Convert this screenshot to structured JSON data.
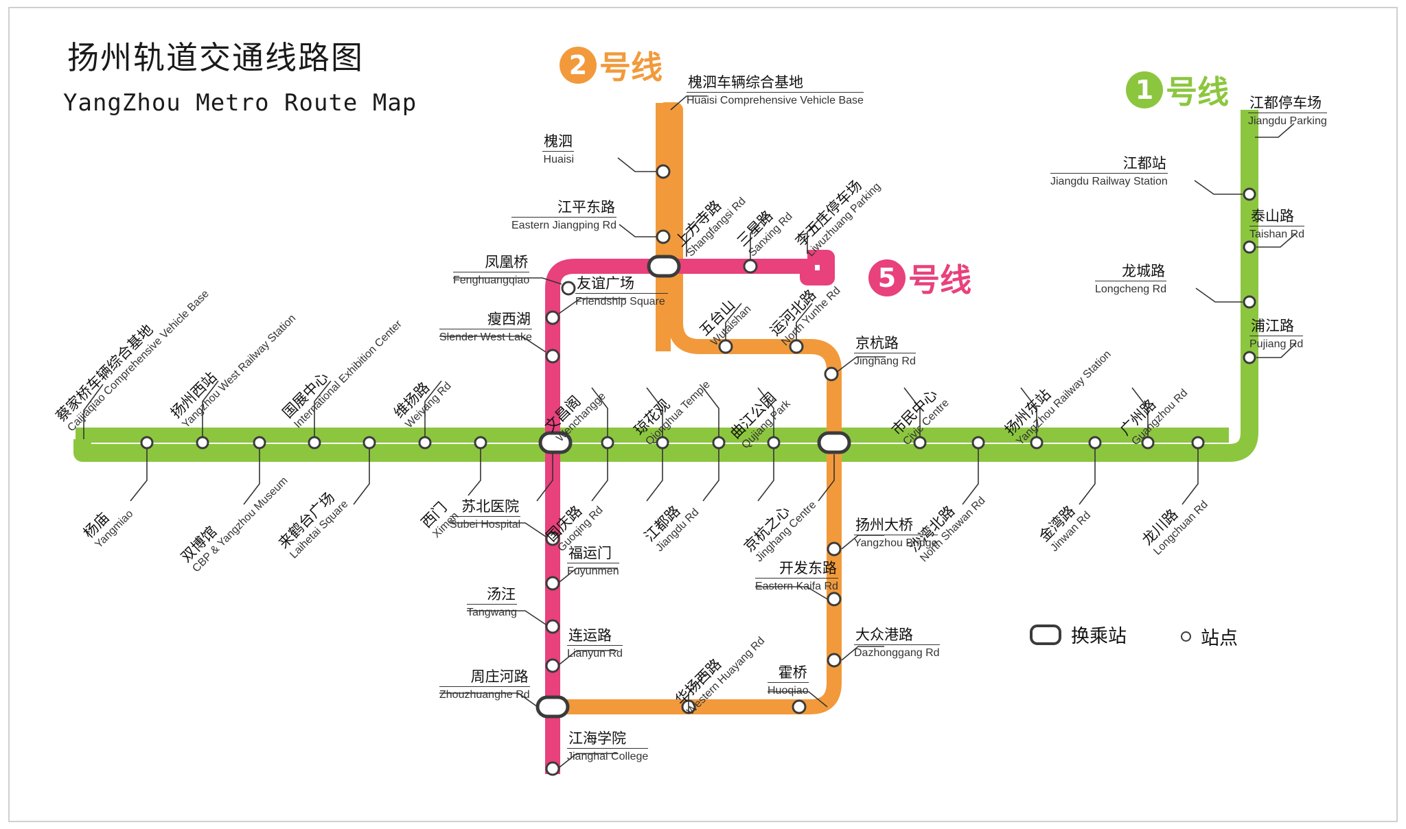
{
  "title": {
    "cn": "扬州轨道交通线路图",
    "en": "YangZhou Metro Route Map"
  },
  "colors": {
    "line1": "#8CC63F",
    "line2": "#F29A3B",
    "line5": "#E8417C",
    "station_stroke": "#3b3b3b",
    "frame": "#cfcfcf",
    "background": "#ffffff"
  },
  "lines": [
    {
      "id": "line2",
      "number": "2",
      "suffix": "号线",
      "color": "#F29A3B"
    },
    {
      "id": "line5",
      "number": "5",
      "suffix": "号线",
      "color": "#E8417C"
    },
    {
      "id": "line1",
      "number": "1",
      "suffix": "号线",
      "color": "#8CC63F"
    }
  ],
  "legend": [
    {
      "icon": "transfer-station-icon",
      "cn": "换乘站"
    },
    {
      "icon": "station-dot-icon",
      "cn": "站点"
    }
  ],
  "stations": {
    "line1": [
      {
        "cn": "蔡家桥车辆综合基地",
        "en": "Caijiaqiao Comprehensive Vehicle Base"
      },
      {
        "cn": "杨庙",
        "en": "Yangmiao"
      },
      {
        "cn": "扬州西站",
        "en": "Yangzhou West Railway Station"
      },
      {
        "cn": "双博馆",
        "en": "CBP & Yangzhou Museum"
      },
      {
        "cn": "国展中心",
        "en": "International Exhibition Center"
      },
      {
        "cn": "来鹤台广场",
        "en": "Laihetai Square"
      },
      {
        "cn": "维扬路",
        "en": "Weiyang Rd"
      },
      {
        "cn": "西门",
        "en": "Ximen"
      },
      {
        "cn": "文昌阁",
        "en": "Wenchangge"
      },
      {
        "cn": "国庆路",
        "en": "Guoqing Rd"
      },
      {
        "cn": "琼花观",
        "en": "Qionghua Temple"
      },
      {
        "cn": "江都路",
        "en": "Jiangdu Rd"
      },
      {
        "cn": "曲江公园",
        "en": "Qujiang Park"
      },
      {
        "cn": "京杭之心",
        "en": "Jinghang Centre"
      },
      {
        "cn": "市民中心",
        "en": "Civic Centre"
      },
      {
        "cn": "沙湾北路",
        "en": "North Shawan Rd"
      },
      {
        "cn": "扬州东站",
        "en": "YangZhou Railway Station"
      },
      {
        "cn": "金湾路",
        "en": "Jinwan Rd"
      },
      {
        "cn": "广州路",
        "en": "Guangzhou Rd"
      },
      {
        "cn": "龙川路",
        "en": "Longchuan Rd"
      },
      {
        "cn": "浦江路",
        "en": "Pujiang Rd"
      },
      {
        "cn": "龙城路",
        "en": "Longcheng Rd"
      },
      {
        "cn": "泰山路",
        "en": "Taishan Rd"
      },
      {
        "cn": "江都站",
        "en": "Jiangdu Railway Station"
      },
      {
        "cn": "江都停车场",
        "en": "Jiangdu Parking"
      }
    ],
    "line2": [
      {
        "cn": "槐泗车辆综合基地",
        "en": "Huaisi Comprehensive Vehicle Base"
      },
      {
        "cn": "槐泗",
        "en": "Huaisi"
      },
      {
        "cn": "江平东路",
        "en": "Eastern Jiangping Rd"
      },
      {
        "cn": "上方寺路",
        "en": "Shangfangsi Rd"
      },
      {
        "cn": "五台山",
        "en": "Wutaishan"
      },
      {
        "cn": "琼花观",
        "en": "Qionghua Temple"
      },
      {
        "cn": "运河北路",
        "en": "North Yunhe Rd"
      },
      {
        "cn": "京杭路",
        "en": "Jinghang Rd"
      },
      {
        "cn": "京杭之心",
        "en": "Jinghang Centre"
      },
      {
        "cn": "扬州大桥",
        "en": "Yangzhou Bridge"
      },
      {
        "cn": "开发东路",
        "en": "Eastern Kaifa Rd"
      },
      {
        "cn": "大众港路",
        "en": "Dazhonggang Rd"
      },
      {
        "cn": "霍桥",
        "en": "Huoqiao"
      },
      {
        "cn": "华扬西路",
        "en": "Western Huayang Rd"
      },
      {
        "cn": "周庄河路",
        "en": "Zhouzhuanghe Rd"
      }
    ],
    "line5": [
      {
        "cn": "凤凰桥",
        "en": "Fenghuangqiao"
      },
      {
        "cn": "友谊广场",
        "en": "Friendship Square"
      },
      {
        "cn": "瘦西湖",
        "en": "Slender West Lake"
      },
      {
        "cn": "上方寺路",
        "en": "Shangfangsi Rd"
      },
      {
        "cn": "三星路",
        "en": "Sanxing Rd"
      },
      {
        "cn": "李五庄停车场",
        "en": "Liwuzhuang Parking"
      },
      {
        "cn": "文昌阁",
        "en": "Wenchangge"
      },
      {
        "cn": "苏北医院",
        "en": "Subei Hospital"
      },
      {
        "cn": "福运门",
        "en": "Fuyunmen"
      },
      {
        "cn": "汤汪",
        "en": "Tangwang"
      },
      {
        "cn": "连运路",
        "en": "Lianyun Rd"
      },
      {
        "cn": "周庄河路",
        "en": "Zhouzhuanghe Rd"
      },
      {
        "cn": "江海学院",
        "en": "Jianghai College"
      }
    ]
  },
  "labels": {
    "caijiaqiao": {
      "cn": "蔡家桥车辆综合基地",
      "en": "Caijiaqiao Comprehensive Vehicle Base"
    },
    "yangmiao": {
      "cn": "杨庙",
      "en": "Yangmiao"
    },
    "yangzhouwest": {
      "cn": "扬州西站",
      "en": "Yangzhou West Railway Station"
    },
    "cbpmuseum": {
      "cn": "双博馆",
      "en": "CBP & Yangzhou Museum"
    },
    "intlexpo": {
      "cn": "国展中心",
      "en": "International Exhibition Center"
    },
    "laihetai": {
      "cn": "来鹤台广场",
      "en": "Laihetai Square"
    },
    "weiyang": {
      "cn": "维扬路",
      "en": "Weiyang Rd"
    },
    "ximen": {
      "cn": "西门",
      "en": "Ximen"
    },
    "wenchangge": {
      "cn": "文昌阁",
      "en": "Wenchangge"
    },
    "guoqing": {
      "cn": "国庆路",
      "en": "Guoqing Rd"
    },
    "qionghua": {
      "cn": "琼花观",
      "en": "Qionghua Temple"
    },
    "jiangdurd": {
      "cn": "江都路",
      "en": "Jiangdu Rd"
    },
    "qujiang": {
      "cn": "曲江公园",
      "en": "Qujiang Park"
    },
    "jinghangcentre": {
      "cn": "京杭之心",
      "en": "Jinghang Centre"
    },
    "civic": {
      "cn": "市民中心",
      "en": "Civic Centre"
    },
    "shawan": {
      "cn": "沙湾北路",
      "en": "North Shawan Rd"
    },
    "yangzhoueast": {
      "cn": "扬州东站",
      "en": "YangZhou Railway Station"
    },
    "jinwan": {
      "cn": "金湾路",
      "en": "Jinwan Rd"
    },
    "guangzhou": {
      "cn": "广州路",
      "en": "Guangzhou Rd"
    },
    "longchuan": {
      "cn": "龙川路",
      "en": "Longchuan Rd"
    },
    "pujiang": {
      "cn": "浦江路",
      "en": "Pujiang Rd"
    },
    "longcheng": {
      "cn": "龙城路",
      "en": "Longcheng Rd"
    },
    "taishan": {
      "cn": "泰山路",
      "en": "Taishan Rd"
    },
    "jiangdustation": {
      "cn": "江都站",
      "en": "Jiangdu Railway Station"
    },
    "jiangduparking": {
      "cn": "江都停车场",
      "en": "Jiangdu Parking"
    },
    "huaisibase": {
      "cn": "槐泗车辆综合基地",
      "en": "Huaisi Comprehensive Vehicle Base"
    },
    "huaisi": {
      "cn": "槐泗",
      "en": "Huaisi"
    },
    "jiangpingeast": {
      "cn": "江平东路",
      "en": "Eastern Jiangping Rd"
    },
    "shangfangsi": {
      "cn": "上方寺路",
      "en": "Shangfangsi Rd"
    },
    "sanxing": {
      "cn": "三星路",
      "en": "Sanxing Rd"
    },
    "liwuzhuang": {
      "cn": "李五庄停车场",
      "en": "Liwuzhuang Parking"
    },
    "wutaishan": {
      "cn": "五台山",
      "en": "Wutaishan"
    },
    "yunhebei": {
      "cn": "运河北路",
      "en": "North Yunhe Rd"
    },
    "jinghangrd": {
      "cn": "京杭路",
      "en": "Jinghang Rd"
    },
    "yangzhoubridge": {
      "cn": "扬州大桥",
      "en": "Yangzhou Bridge"
    },
    "kaifaeast": {
      "cn": "开发东路",
      "en": "Eastern Kaifa Rd"
    },
    "dazhonggang": {
      "cn": "大众港路",
      "en": "Dazhonggang Rd"
    },
    "huoqiao": {
      "cn": "霍桥",
      "en": "Huoqiao"
    },
    "huayangwest": {
      "cn": "华扬西路",
      "en": "Western Huayang Rd"
    },
    "zhouzhuanghe": {
      "cn": "周庄河路",
      "en": "Zhouzhuanghe Rd"
    },
    "fenghuangqiao": {
      "cn": "凤凰桥",
      "en": "Fenghuangqiao"
    },
    "friendship": {
      "cn": "友谊广场",
      "en": "Friendship Square"
    },
    "slenderwest": {
      "cn": "瘦西湖",
      "en": "Slender West Lake"
    },
    "subei": {
      "cn": "苏北医院",
      "en": "Subei Hospital"
    },
    "fuyunmen": {
      "cn": "福运门",
      "en": "Fuyunmen"
    },
    "tangwang": {
      "cn": "汤汪",
      "en": "Tangwang"
    },
    "lianyun": {
      "cn": "连运路",
      "en": "Lianyun Rd"
    },
    "jianghai": {
      "cn": "江海学院",
      "en": "Jianghai College"
    }
  }
}
